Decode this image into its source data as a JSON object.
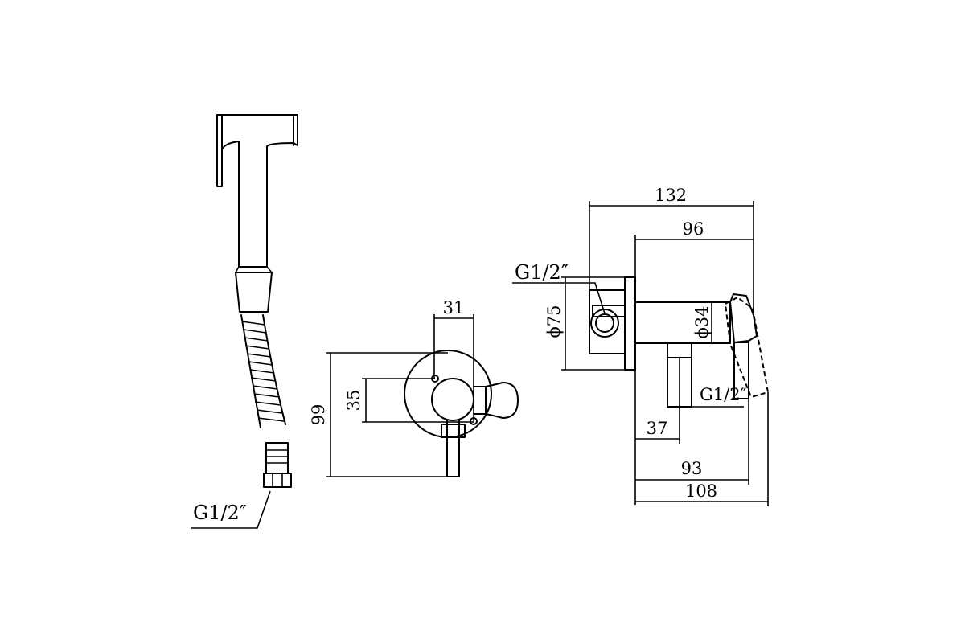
{
  "labels": {
    "thread_hose": "G1/2″",
    "thread_inlet": "G1/2″",
    "thread_outlet": "G1/2″"
  },
  "dimensions": {
    "overall_width": "132",
    "body_to_lever": "96",
    "body_diameter": "ϕ34",
    "plate_diameter": "ϕ75",
    "outlet_offset": "37",
    "lever_depth": "93",
    "total_depth": "108",
    "front_height": "99",
    "front_inner": "35",
    "front_width": "31"
  }
}
